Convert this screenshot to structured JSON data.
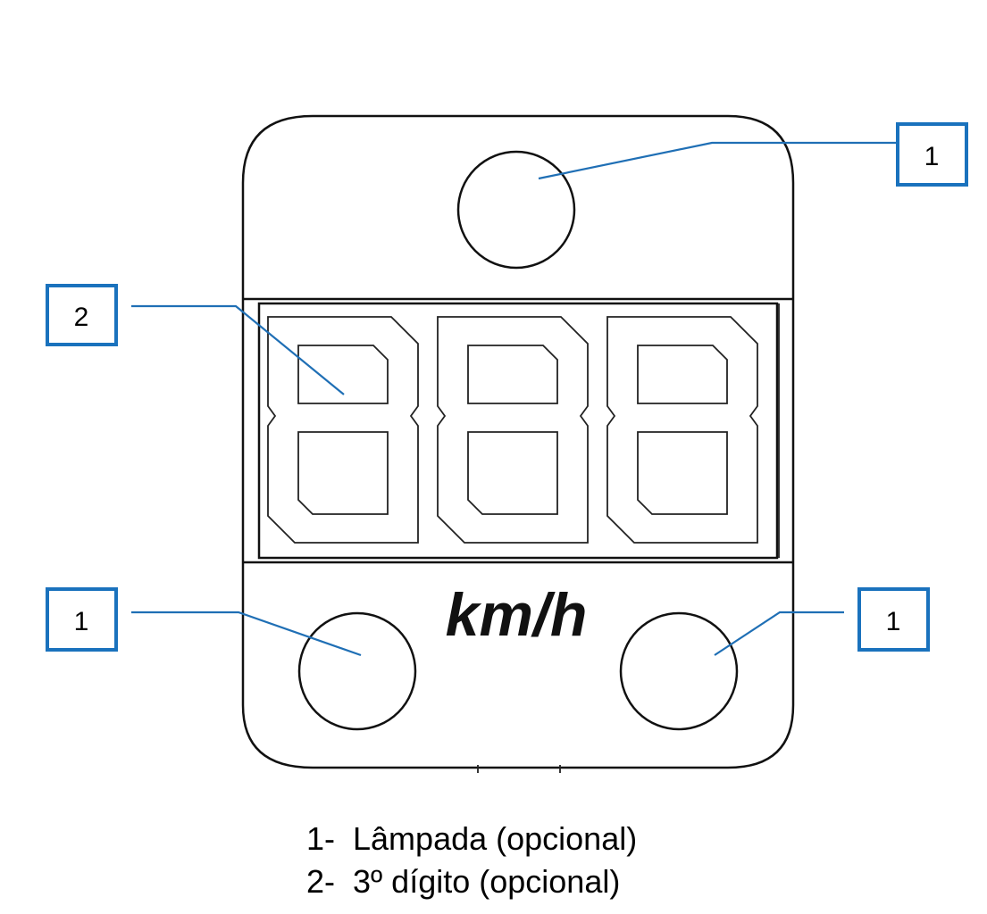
{
  "display": {
    "unit_label": "km/h",
    "digit_count": 3
  },
  "callouts": {
    "top_lamp": "1",
    "digit": "2",
    "bottom_left_lamp": "1",
    "bottom_right_lamp": "1"
  },
  "legend": {
    "items": [
      "1-  Lâmpada (opcional)",
      "2-  3º dígito (opcional)"
    ]
  },
  "colors": {
    "callout_border": "#1a72bd",
    "leader_line": "#1f6fb5",
    "outline": "#111111"
  }
}
